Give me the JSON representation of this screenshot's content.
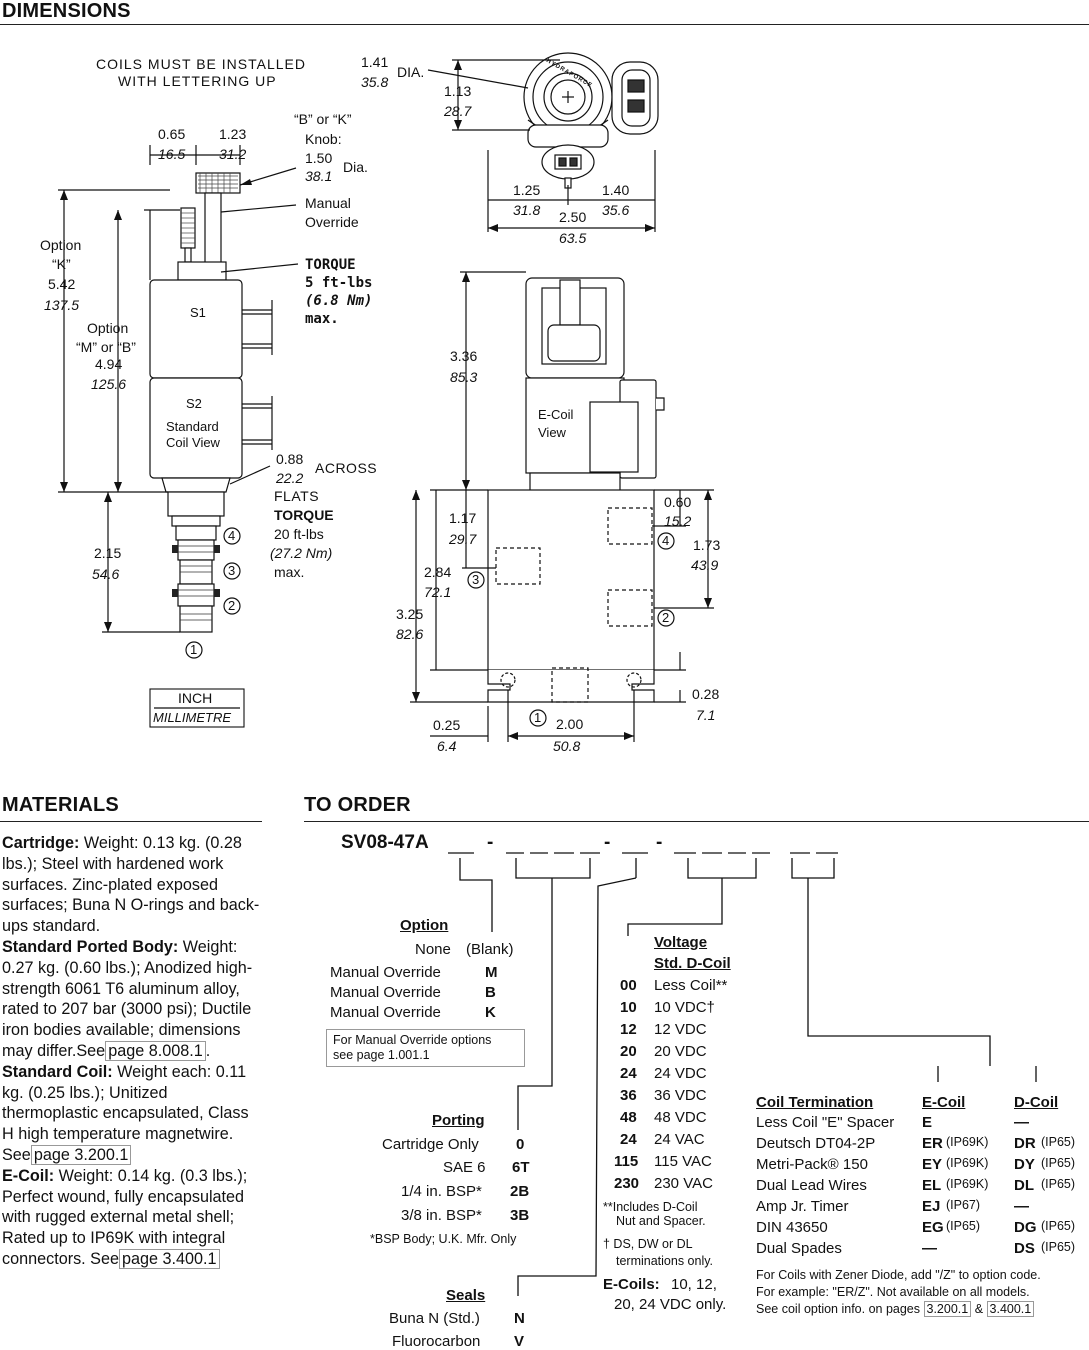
{
  "headings": {
    "dimensions": "DIMENSIONS",
    "materials": "MATERIALS",
    "to_order": "TO ORDER"
  },
  "drawing": {
    "coil_note_1": "COILS MUST BE INSTALLED",
    "coil_note_2": "WITH LETTERING UP",
    "dim_141": "1.41",
    "dim_358": "35.8",
    "dia_label": "DIA.",
    "dim_113": "1.13",
    "dim_287": "28.7",
    "dim_125": "1.25",
    "dim_318": "31.8",
    "dim_250": "2.50",
    "dim_635": "63.5",
    "dim_140": "1.40",
    "dim_356": "35.6",
    "dim_065": "0.65",
    "dim_165": "16.5",
    "dim_123": "1.23",
    "dim_312": "31.2",
    "knob_1": "“B” or “K”",
    "knob_2": "Knob:",
    "dim_150": "1.50",
    "dim_381": "38.1",
    "knob_dia": "Dia.",
    "manual_1": "Manual",
    "manual_2": "Override",
    "torque1_1": "TORQUE",
    "torque1_2": "5 ft-lbs",
    "torque1_3": "(6.8 Nm)",
    "torque1_4": "max.",
    "optk_1": "Option",
    "optk_2": "“K”",
    "dim_542": "5.42",
    "dim_1375": "137.5",
    "optm_1": "Option",
    "optm_2": "“M” or “B”",
    "dim_494": "4.94",
    "dim_1256": "125.6",
    "s1": "S1",
    "s2": "S2",
    "std_1": "Standard",
    "std_2": "Coil View",
    "dim_088": "0.88",
    "dim_222": "22.2",
    "across": "ACROSS",
    "flats": "FLATS",
    "torque2_1": "TORQUE",
    "torque2_2": "20 ft-lbs",
    "torque2_3": "(27.2 Nm)",
    "torque2_4": "max.",
    "dim_215": "2.15",
    "dim_546": "54.6",
    "port4": "4",
    "port3": "3",
    "port2": "2",
    "port1": "1",
    "unit_inch": "INCH",
    "unit_mm": "MILLIMETRE",
    "dim_336": "3.36",
    "dim_853": "85.3",
    "ecoil_1": "E-Coil",
    "ecoil_2": "View",
    "dim_117": "1.17",
    "dim_297": "29.7",
    "dim_284": "2.84",
    "dim_721": "72.1",
    "dim_325": "3.25",
    "dim_826": "82.6",
    "dim_060": "0.60",
    "dim_152": "15.2",
    "dim_173": "1.73",
    "dim_439": "43.9",
    "dim_028": "0.28",
    "dim_71": "7.1",
    "dim_025": "0.25",
    "dim_64": "6.4",
    "dim_200": "2.00",
    "dim_508": "50.8",
    "brand": "HYDRAFORCE"
  },
  "materials": {
    "cartridge_h": "Cartridge:",
    "cartridge_t": "Weight: 0.13 kg. (0.28 lbs.); Steel with hardened work surfaces. Zinc-plated exposed surfaces; Buna N O-rings and back-ups standard.",
    "body_h": "Standard Ported Body:",
    "body_t": "Weight: 0.27 kg. (0.60 lbs.); Anodized high-strength 6061 T6 aluminum alloy, rated to 207 bar (3000 psi); Ductile iron bodies available; dimensions may differ.See",
    "body_ref": "page 8.008.1",
    "coil_h": "Standard Coil:",
    "coil_t": "Weight each: 0.11 kg. (0.25 lbs.); Unitized thermoplastic encapsulated, Class H high temperature magnetwire. See",
    "coil_ref": "page 3.200.1",
    "ecoil_h": "E-Coil:",
    "ecoil_t": "Weight: 0.14 kg. (0.3 lbs.); Perfect wound, fully encapsulated with rugged external metal shell; Rated up to IP69K with integral connectors. See",
    "ecoil_ref": "page 3.400.1"
  },
  "order": {
    "model": "SV08-47A",
    "option": {
      "title": "Option",
      "rows": [
        {
          "label": "None",
          "code": "(Blank)"
        },
        {
          "label": "Manual Override",
          "code": "M"
        },
        {
          "label": "Manual Override",
          "code": "B"
        },
        {
          "label": "Manual Override",
          "code": "K"
        }
      ],
      "note_1": "For Manual Override options",
      "note_2": "see page 1.001.1"
    },
    "porting": {
      "title": "Porting",
      "rows": [
        {
          "label": "Cartridge Only",
          "code": "0"
        },
        {
          "label": "SAE 6",
          "code": "6T"
        },
        {
          "label": "1/4 in. BSP*",
          "code": "2B"
        },
        {
          "label": "3/8 in. BSP*",
          "code": "3B"
        }
      ],
      "note": "*BSP Body; U.K. Mfr. Only"
    },
    "seals": {
      "title": "Seals",
      "rows": [
        {
          "label": "Buna N (Std.)",
          "code": "N"
        },
        {
          "label": "Fluorocarbon",
          "code": "V"
        }
      ]
    },
    "voltage": {
      "title_1": "Voltage",
      "title_2": "Std. D-Coil",
      "rows": [
        {
          "code": "00",
          "desc": "Less Coil**"
        },
        {
          "code": "10",
          "desc": "10 VDC†"
        },
        {
          "code": "12",
          "desc": "12 VDC"
        },
        {
          "code": "20",
          "desc": "20 VDC"
        },
        {
          "code": "24",
          "desc": "24 VDC"
        },
        {
          "code": "36",
          "desc": "36 VDC"
        },
        {
          "code": "48",
          "desc": "48 VDC"
        },
        {
          "code": "24",
          "desc": "24 VAC"
        },
        {
          "code": "115",
          "desc": "115 VAC"
        },
        {
          "code": "230",
          "desc": "230 VAC"
        }
      ],
      "note1_1": "**Includes D-Coil",
      "note1_2": "Nut and Spacer.",
      "note2_1": "† DS, DW or DL",
      "note2_2": "terminations only.",
      "ecoil_h": "E-Coils:",
      "ecoil_1": "10, 12,",
      "ecoil_2": "20, 24 VDC only."
    },
    "termination": {
      "h_name": "Coil Termination",
      "h_e": "E-Coil",
      "h_d": "D-Coil",
      "rows": [
        {
          "name": "Less Coil \"E\" Spacer",
          "e": "E",
          "e_ip": "",
          "d": "—",
          "d_ip": ""
        },
        {
          "name": "Deutsch DT04-2P",
          "e": "ER",
          "e_ip": "(IP69K)",
          "d": "DR",
          "d_ip": "(IP65)"
        },
        {
          "name": "Metri-Pack® 150",
          "e": "EY",
          "e_ip": "(IP69K)",
          "d": "DY",
          "d_ip": "(IP65)"
        },
        {
          "name": "Dual Lead Wires",
          "e": "EL",
          "e_ip": "(IP69K)",
          "d": "DL",
          "d_ip": "(IP65)"
        },
        {
          "name": "Amp Jr. Timer",
          "e": "EJ",
          "e_ip": "(IP67)",
          "d": "—",
          "d_ip": ""
        },
        {
          "name": "DIN 43650",
          "e": "EG",
          "e_ip": "(IP65)",
          "d": "DG",
          "d_ip": "(IP65)"
        },
        {
          "name": "Dual Spades",
          "e": "—",
          "e_ip": "",
          "d": "DS",
          "d_ip": "(IP65)"
        }
      ],
      "foot_1": "For Coils with Zener Diode, add \"/Z\" to option code.",
      "foot_2": "For example: \"ER/Z\". Not available on all models.",
      "foot_3": "See coil option info. on pages",
      "foot_ref1": "3.200.1",
      "foot_amp": "&",
      "foot_ref2": "3.400.1"
    }
  }
}
